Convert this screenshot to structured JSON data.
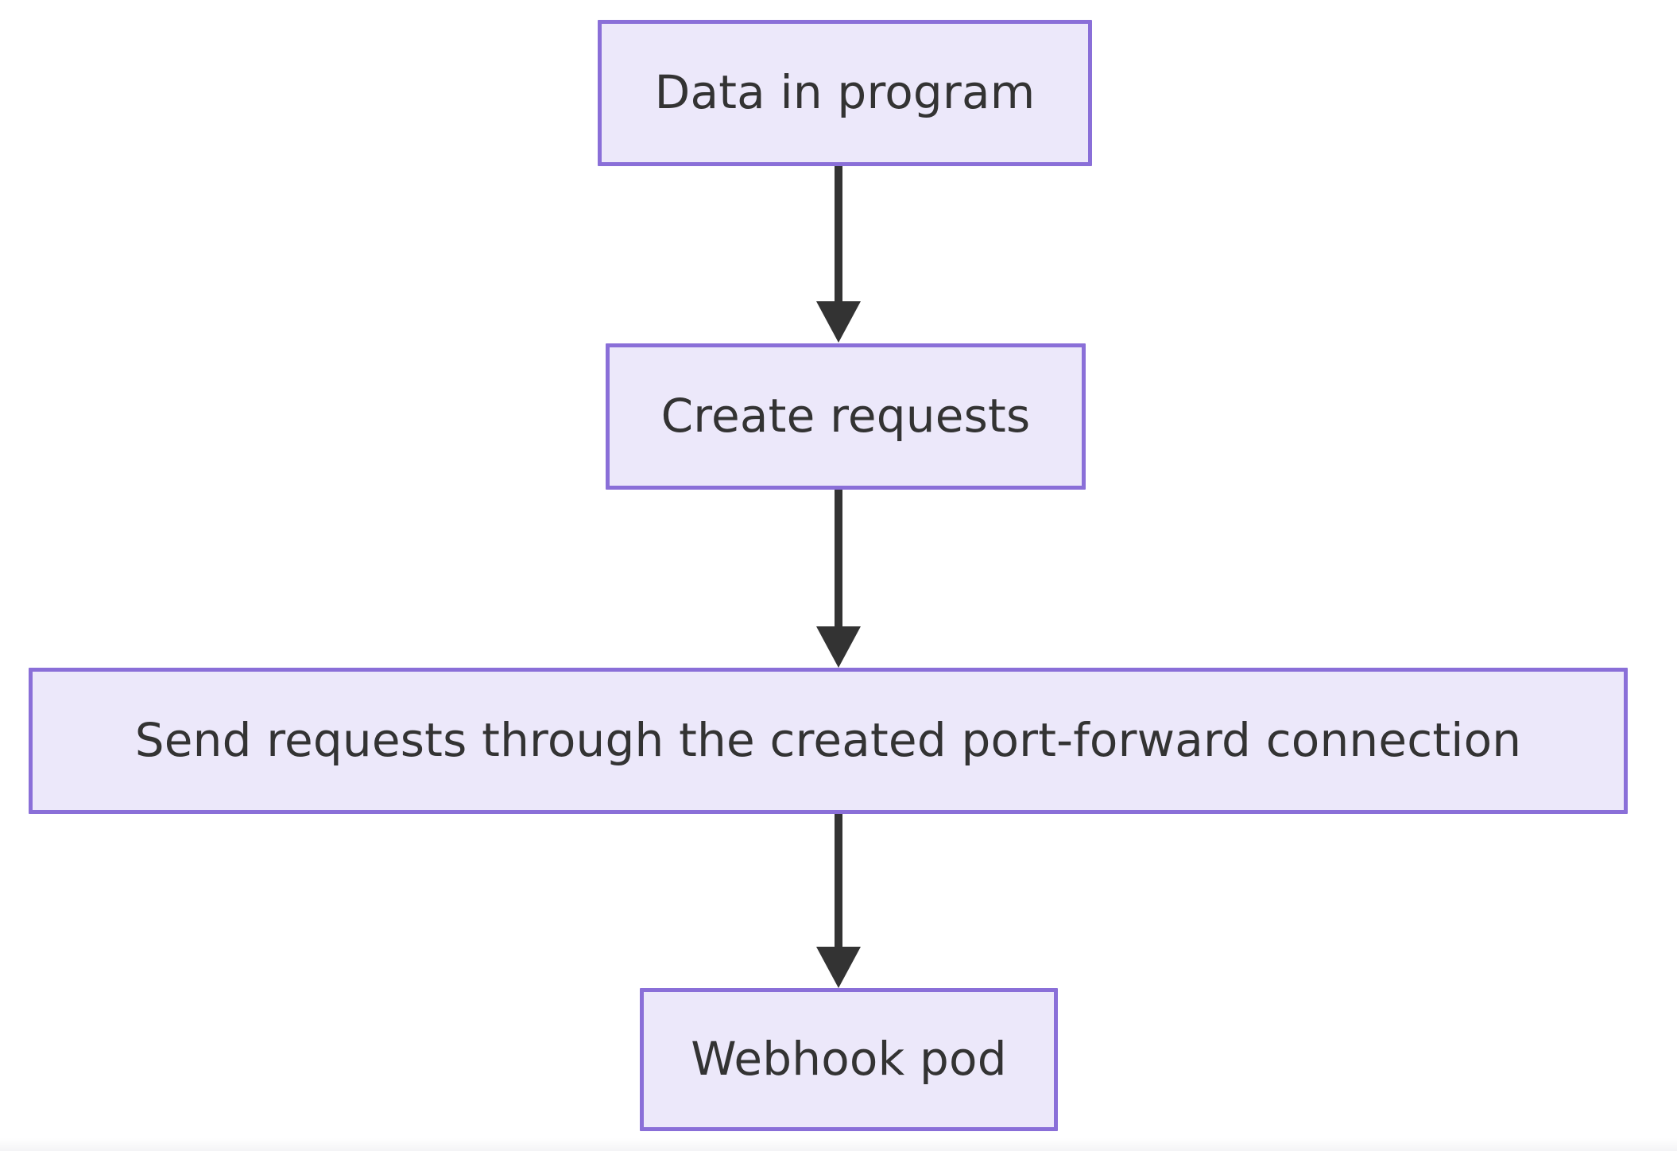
{
  "diagram": {
    "type": "flowchart",
    "direction": "top-down",
    "theme": {
      "node_fill": "#ece8fa",
      "node_border": "#8a6fd8",
      "text_color": "#333333",
      "edge_color": "#333333",
      "background": "#ffffff"
    },
    "nodes": [
      {
        "id": "data-in-program",
        "label": "Data in program"
      },
      {
        "id": "create-requests",
        "label": "Create requests"
      },
      {
        "id": "send-requests",
        "label": "Send requests through the created port-forward connection"
      },
      {
        "id": "webhook-pod",
        "label": "Webhook pod"
      }
    ],
    "edges": [
      {
        "id": "edge-1",
        "from": "data-in-program",
        "to": "create-requests",
        "label": "",
        "arrow": "arrowhead-down-icon"
      },
      {
        "id": "edge-2",
        "from": "create-requests",
        "to": "send-requests",
        "label": "",
        "arrow": "arrowhead-down-icon"
      },
      {
        "id": "edge-3",
        "from": "send-requests",
        "to": "webhook-pod",
        "label": "",
        "arrow": "arrowhead-down-icon"
      }
    ]
  }
}
